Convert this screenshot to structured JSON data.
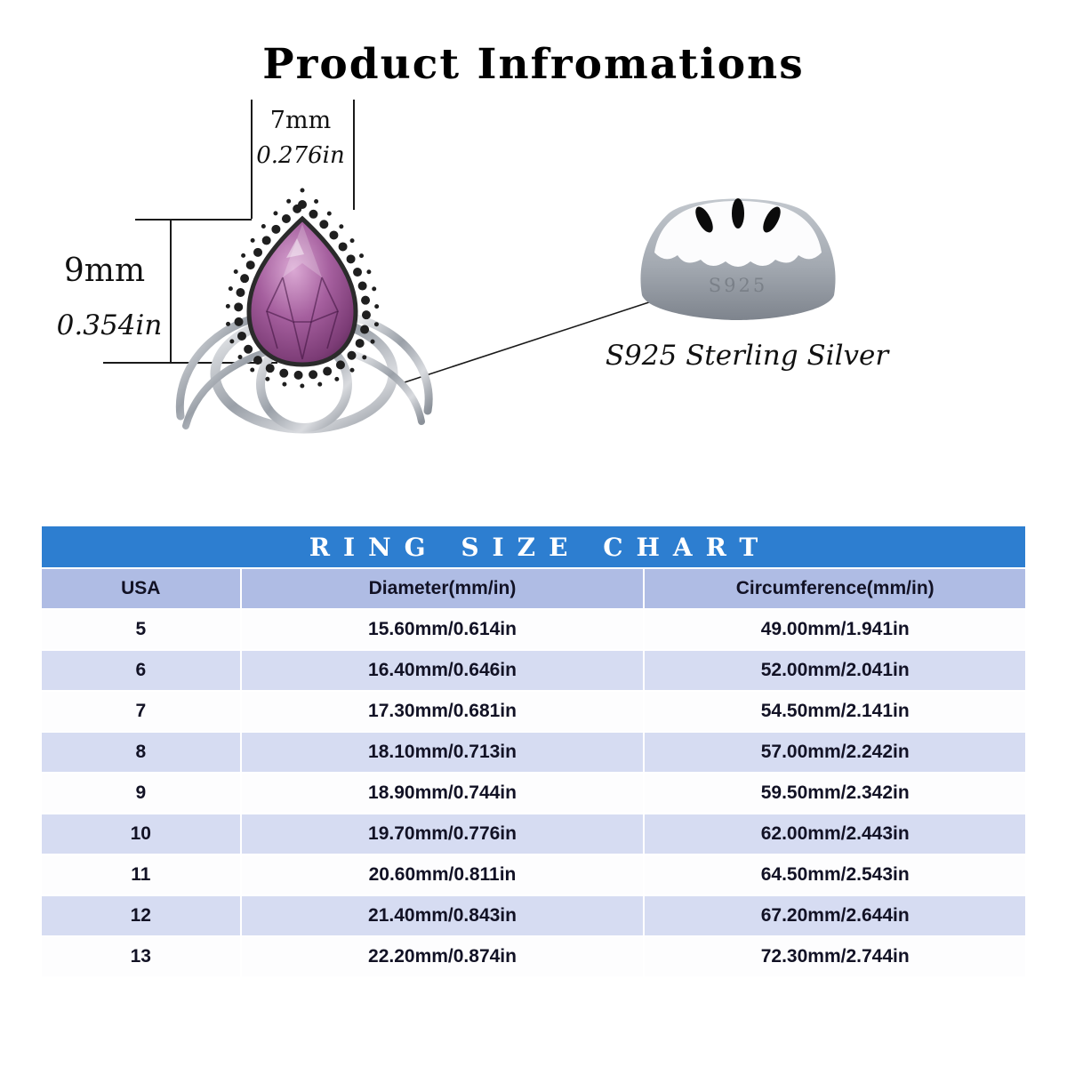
{
  "page": {
    "title": "Product Infromations"
  },
  "diagram": {
    "stone_width_mm": "7mm",
    "stone_width_in": "0.276in",
    "stone_height_mm": "9mm",
    "stone_height_in": "0.354in",
    "material_caption": "S925 Sterling Silver",
    "engraving": "S925"
  },
  "size_chart": {
    "title": "RING SIZE CHART",
    "columns": [
      "USA",
      "Diameter(mm/in)",
      "Circumference(mm/in)"
    ],
    "rows": [
      [
        "5",
        "15.60mm/0.614in",
        "49.00mm/1.941in"
      ],
      [
        "6",
        "16.40mm/0.646in",
        "52.00mm/2.041in"
      ],
      [
        "7",
        "17.30mm/0.681in",
        "54.50mm/2.141in"
      ],
      [
        "8",
        "18.10mm/0.713in",
        "57.00mm/2.242in"
      ],
      [
        "9",
        "18.90mm/0.744in",
        "59.50mm/2.342in"
      ],
      [
        "10",
        "19.70mm/0.776in",
        "62.00mm/2.443in"
      ],
      [
        "11",
        "20.60mm/0.811in",
        "64.50mm/2.543in"
      ],
      [
        "12",
        "21.40mm/0.843in",
        "67.20mm/2.644in"
      ],
      [
        "13",
        "22.20mm/0.874in",
        "72.30mm/2.744in"
      ]
    ]
  },
  "colors": {
    "chart_header_blue": "#2d7ed0",
    "column_header_lavender": "#afbce4",
    "row_alt_lavender": "#d6dcf2",
    "stone_purple": "#8e4b87"
  }
}
